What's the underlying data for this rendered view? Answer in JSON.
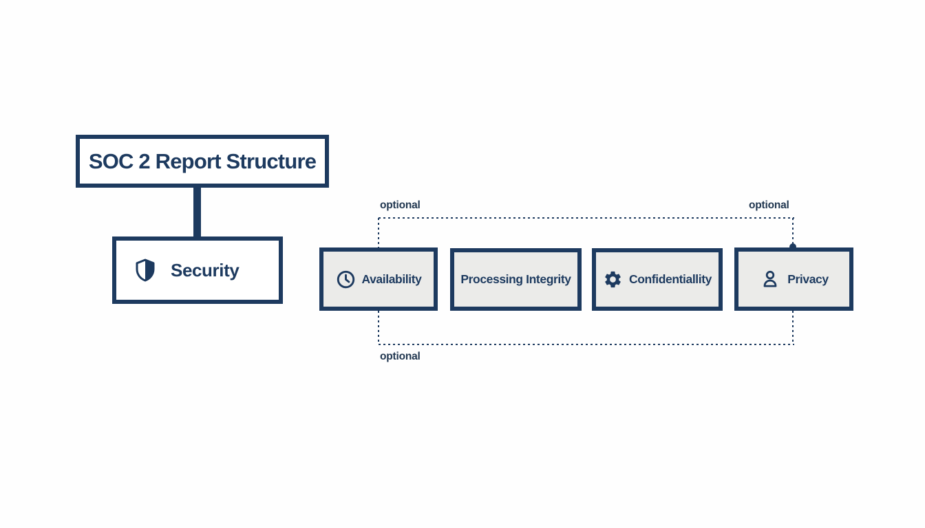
{
  "diagram": {
    "title": "SOC 2 Report Structure",
    "root_criterion": {
      "label": "Security",
      "icon": "shield-icon"
    },
    "optional_criteria": [
      {
        "label": "Availability",
        "icon": "clock-icon"
      },
      {
        "label": "Processing Integrity",
        "icon": null
      },
      {
        "label": "Confidentiallity",
        "icon": "gear-icon"
      },
      {
        "label": "Privacy",
        "icon": "person-icon"
      }
    ],
    "optional_labels": {
      "top_left": "optional",
      "top_right": "optional",
      "bottom": "optional"
    },
    "colors": {
      "navy": "#1d3a5f",
      "criteria_fill": "#ebebe9",
      "background": "#fefefe"
    }
  }
}
